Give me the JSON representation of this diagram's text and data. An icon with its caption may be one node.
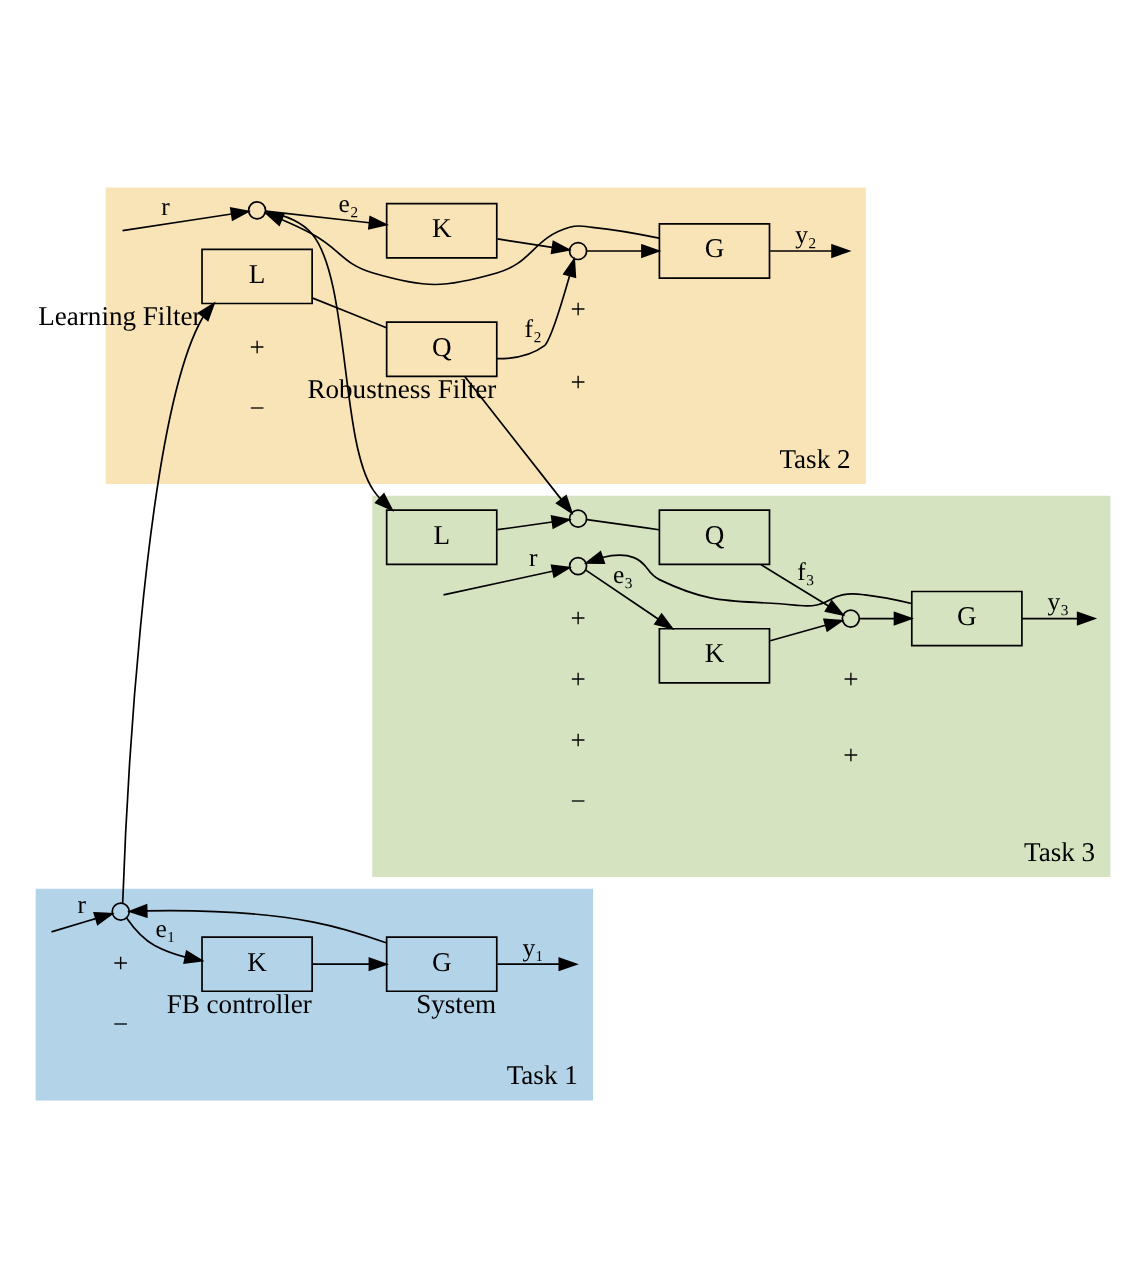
{
  "diagram": {
    "nodes": [
      {
        "text": [
          "Task 1"
        ]
      },
      {
        "text": [],
        "shape": "circle",
        "in": 0
      },
      {
        "text": [
          "K"
        ],
        "in": 0,
        "beside": [
          "FB controller"
        ]
      },
      {
        "text": [
          "G"
        ],
        "in": 0,
        "beside": [
          "System"
        ]
      },
      {
        "text": [
          "Task 2"
        ]
      },
      {
        "text": [
          "L"
        ],
        "in": 4,
        "beside": [
          "Learning Filter"
        ]
      },
      {
        "text": [
          "Q"
        ],
        "in": 4,
        "beside": [
          "Robustness Filter"
        ]
      },
      {
        "text": [],
        "shape": "circle",
        "in": 4
      },
      {
        "text": [
          "K"
        ],
        "in": 4
      },
      {
        "text": [],
        "shape": "circle",
        "in": 4
      },
      {
        "text": [
          "G"
        ],
        "in": 4
      },
      {
        "text": [
          "Task 3"
        ]
      },
      {
        "text": [
          "L"
        ],
        "in": 11
      },
      {
        "text": [],
        "shape": "circle",
        "in": 11
      },
      {
        "text": [
          "Q"
        ],
        "in": 11
      },
      {
        "text": [],
        "shape": "circle",
        "in": 11
      },
      {
        "text": [
          "K"
        ],
        "in": 11
      },
      {
        "text": [],
        "shape": "circle",
        "in": 11
      },
      {
        "text": [
          "G"
        ],
        "in": 11
      }
    ],
    "edges": [
      {
        "from": null,
        "to": 1,
        "label": "r",
        "arrow": "to"
      },
      {
        "from": 1,
        "to": 2,
        "label": "e₁",
        "arrow": "to"
      },
      {
        "from": 2,
        "to": 3,
        "arrow": "to"
      },
      {
        "from": 3,
        "to": null,
        "label": "y₁",
        "arrow": "to"
      },
      {
        "from": 3,
        "to": 1,
        "arrow": "to"
      },
      {
        "from": 1,
        "to": 5,
        "arrow": "to"
      },
      {
        "from": 5,
        "to": 6,
        "arrow": "none"
      },
      {
        "from": 6,
        "to": 9,
        "label": "f₂",
        "arrow": "to"
      },
      {
        "from": 6,
        "to": 13,
        "arrow": "to"
      },
      {
        "from": null,
        "to": 7,
        "label": "r",
        "arrow": "to"
      },
      {
        "from": 7,
        "to": 8,
        "label": "e₂",
        "arrow": "to"
      },
      {
        "from": 8,
        "to": 9,
        "arrow": "to"
      },
      {
        "from": 9,
        "to": 10,
        "arrow": "to"
      },
      {
        "from": 10,
        "to": null,
        "label": "y₂",
        "arrow": "to"
      },
      {
        "from": 10,
        "to": 7,
        "arrow": "to"
      },
      {
        "from": 7,
        "to": 12,
        "arrow": "to"
      },
      {
        "from": 12,
        "to": 13,
        "arrow": "to"
      },
      {
        "from": 13,
        "to": 14,
        "arrow": "none"
      },
      {
        "from": 14,
        "to": 17,
        "label": "f₃",
        "arrow": "to"
      },
      {
        "from": null,
        "to": 15,
        "label": "r",
        "arrow": "to"
      },
      {
        "from": 15,
        "to": 16,
        "label": "e₃",
        "arrow": "to"
      },
      {
        "from": 16,
        "to": 17,
        "arrow": "to"
      },
      {
        "from": 17,
        "to": 18,
        "arrow": "to"
      },
      {
        "from": 18,
        "to": null,
        "label": "y₃",
        "arrow": "to"
      },
      {
        "from": 18,
        "to": 15,
        "arrow": "to"
      }
    ],
    "labels": [
      "+",
      "−",
      "+",
      "+",
      "−",
      "+",
      "+",
      "+",
      "+",
      "+",
      "−",
      "+"
    ]
  }
}
